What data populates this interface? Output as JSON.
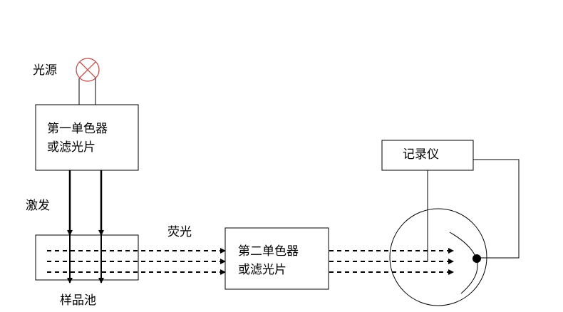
{
  "labels": {
    "light_source": "光源",
    "mono1_line1": "第一单色器",
    "mono1_line2": "或滤光片",
    "excitation": "激发",
    "sample_cell": "样品池",
    "fluorescence": "荧光",
    "mono2_line1": "第二单色器",
    "mono2_line2": "或滤光片",
    "recorder": "记录仪"
  },
  "colors": {
    "lamp_outline": "#c0504d",
    "line": "#000000",
    "background": "#ffffff"
  }
}
